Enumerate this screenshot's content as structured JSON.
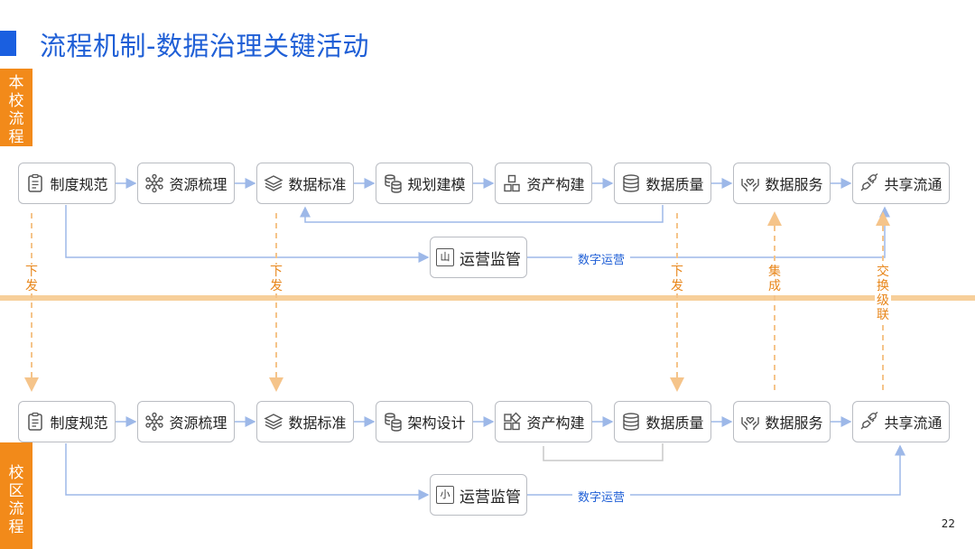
{
  "title": "流程机制-数据治理关键活动",
  "side_tags": {
    "top": [
      "本",
      "校",
      "流",
      "程"
    ],
    "bottom": [
      "校",
      "区",
      "流",
      "程"
    ]
  },
  "top_row": [
    {
      "label": "制度规范",
      "icon": "clipboard-icon"
    },
    {
      "label": "资源梳理",
      "icon": "network-icon"
    },
    {
      "label": "数据标准",
      "icon": "layers-icon"
    },
    {
      "label": "规划建模",
      "icon": "database-stack-icon"
    },
    {
      "label": "资产构建",
      "icon": "blocks-icon"
    },
    {
      "label": "数据质量",
      "icon": "database-icon"
    },
    {
      "label": "数据服务",
      "icon": "hands-heart-icon"
    },
    {
      "label": "共享流通",
      "icon": "plug-icon"
    }
  ],
  "bottom_row": [
    {
      "label": "制度规范",
      "icon": "clipboard-icon"
    },
    {
      "label": "资源梳理",
      "icon": "network-icon"
    },
    {
      "label": "数据标准",
      "icon": "layers-icon"
    },
    {
      "label": "架构设计",
      "icon": "database-stack-icon"
    },
    {
      "label": "资产构建",
      "icon": "blocks-icon"
    },
    {
      "label": "数据质量",
      "icon": "database-icon"
    },
    {
      "label": "数据服务",
      "icon": "hands-heart-icon"
    },
    {
      "label": "共享流通",
      "icon": "plug-icon"
    }
  ],
  "top_ops": {
    "label": "运营监管",
    "icon_glyph": "山",
    "digital": "数字运营"
  },
  "bottom_ops": {
    "label": "运营监管",
    "icon_glyph": "小",
    "digital": "数字运营"
  },
  "vertical_labels": [
    [
      "下",
      "发"
    ],
    [
      "下",
      "发"
    ],
    [
      "下",
      "发"
    ],
    [
      "集",
      "成"
    ],
    [
      "交",
      "换",
      "级",
      "联"
    ]
  ],
  "page_number": "22",
  "colors": {
    "title": "#1f5fd6",
    "accent_orange": "#f28a1a",
    "divider": "#f7cf9a",
    "arrow_blue": "#9db8e8",
    "dashed_orange": "#f5c48a"
  }
}
